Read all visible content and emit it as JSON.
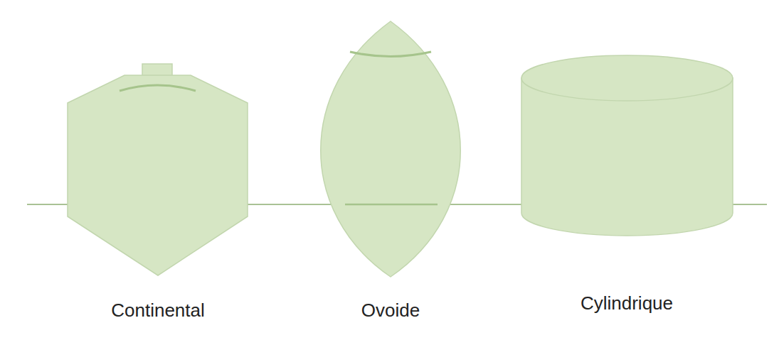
{
  "diagram": {
    "labels": [
      "Continental",
      "Ovoide",
      "Cylindrique"
    ]
  }
}
